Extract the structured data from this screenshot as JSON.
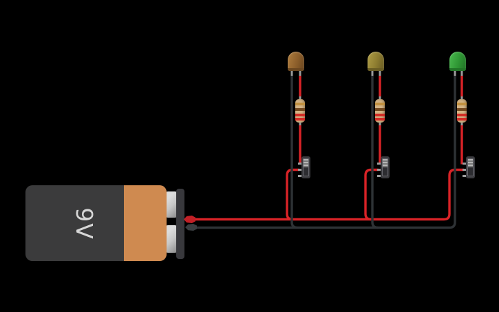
{
  "app": {
    "name": "circuit-canvas",
    "background": "#000000"
  },
  "battery": {
    "label": "9V",
    "body_color": "#3b3b3c",
    "stripe_color": "#cf8a50",
    "label_color": "#d6d6d6",
    "terminal_color": "#c6c6c6",
    "plate_color": "#38383c",
    "positive_lead_color": "#c22026",
    "negative_lead_color": "#3a3e41"
  },
  "wires": {
    "red": "#d92327",
    "black": "#2e3235",
    "lead_gray": "#9c9c9c"
  },
  "leds": [
    {
      "id": "led-1",
      "color": "#8d5f2b",
      "light": "#a8773a",
      "dark": "#6b4720"
    },
    {
      "id": "led-2",
      "color": "#8d7c30",
      "light": "#a99741",
      "dark": "#6a5d24"
    },
    {
      "id": "led-3",
      "color": "#2f9634",
      "light": "#45b34a",
      "dark": "#227427"
    }
  ],
  "resistors": [
    {
      "id": "resistor-1",
      "body": "#d3b384",
      "bands": [
        "#c19140",
        "#74491f",
        "#d22b24",
        "#d22b24"
      ]
    },
    {
      "id": "resistor-2",
      "body": "#d3b384",
      "bands": [
        "#c19140",
        "#74491f",
        "#d22b24",
        "#d22b24"
      ]
    },
    {
      "id": "resistor-3",
      "body": "#d3b384",
      "bands": [
        "#c19140",
        "#74491f",
        "#d22b24",
        "#d22b24"
      ]
    }
  ],
  "switches": [
    {
      "id": "switch-1",
      "knob_position": "top",
      "body_color": "#3a3a3e"
    },
    {
      "id": "switch-2",
      "knob_position": "top",
      "body_color": "#3a3a3e"
    },
    {
      "id": "switch-3",
      "knob_position": "top",
      "body_color": "#3a3a3e"
    }
  ]
}
